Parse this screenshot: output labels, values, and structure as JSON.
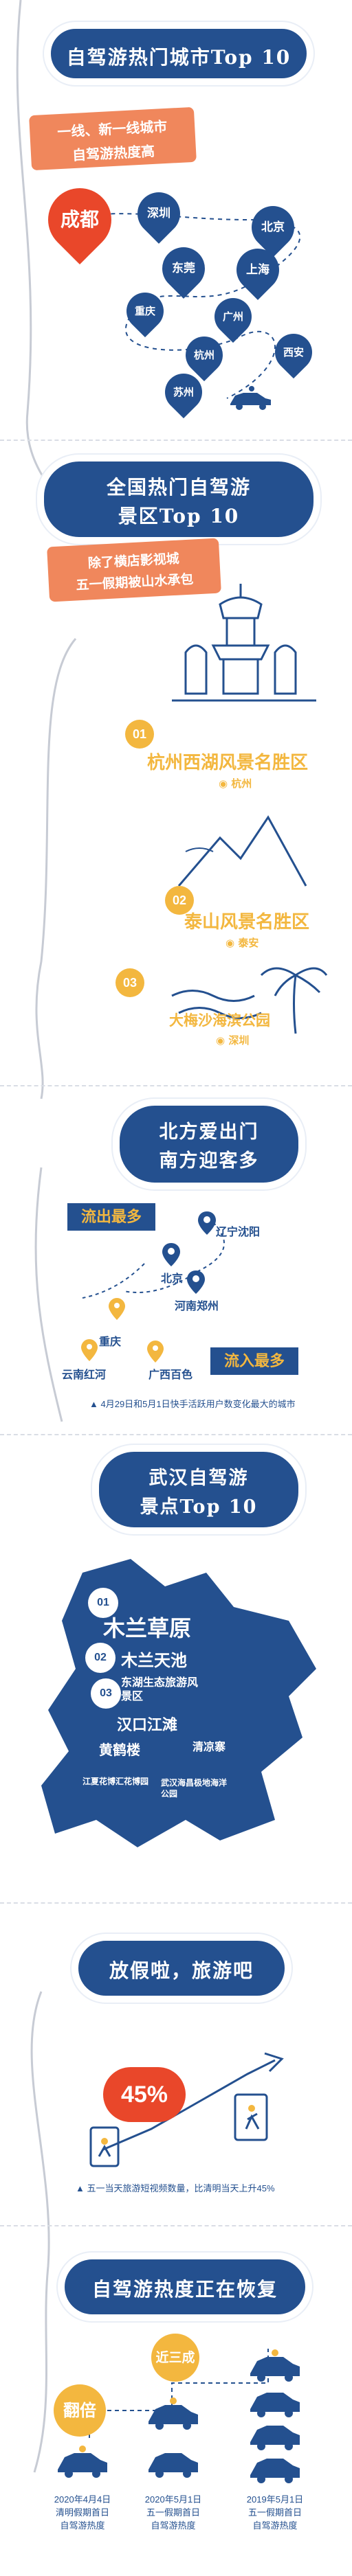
{
  "section1": {
    "title": "自驾游热门城市Top 10",
    "ribbon_line1": "一线、新一线城市",
    "ribbon_line2": "自驾游热度高",
    "cities": [
      "成都",
      "深圳",
      "北京",
      "东莞",
      "上海",
      "重庆",
      "广州",
      "杭州",
      "西安",
      "苏州"
    ]
  },
  "section2": {
    "title_line1": "全国热门自驾游",
    "title_line2": "景区Top 10",
    "ribbon_line1": "除了横店影视城",
    "ribbon_line2": "五一假期被山水承包",
    "items": [
      {
        "num": "01",
        "name": "杭州西湖风景名胜区",
        "city": "杭州"
      },
      {
        "num": "02",
        "name": "泰山风景名胜区",
        "city": "泰安"
      },
      {
        "num": "03",
        "name": "大梅沙海滨公园",
        "city": "深圳"
      }
    ]
  },
  "section3": {
    "title_line1": "北方爱出门",
    "title_line2": "南方迎客多",
    "tag_out": "流出最多",
    "tag_in": "流入最多",
    "cities": {
      "liaoning": "辽宁沈阳",
      "beijing": "北京",
      "henan": "河南郑州",
      "chongqing": "重庆",
      "yunnan": "云南红河",
      "guangxi": "广西百色"
    },
    "note": "4月29日和5月1日快手活跃用户数变化最大的城市"
  },
  "section4": {
    "title_line1": "武汉自驾游",
    "title_line2": "景点Top 10",
    "labels": [
      "01",
      "02",
      "03"
    ],
    "spots": [
      "木兰草原",
      "木兰天池",
      "东湖生态旅游风景区",
      "汉口江滩",
      "黄鹤楼",
      "清凉寨",
      "江夏花博汇花博园",
      "武汉海昌极地海洋公园"
    ]
  },
  "section5": {
    "title": "放假啦，旅游吧",
    "percent": "45%",
    "note": "五一当天旅游短视频数量，比清明当天上升45%"
  },
  "section6": {
    "title": "自驾游热度正在恢复",
    "label_double": "翻倍",
    "label_near": "近三成",
    "captions": [
      {
        "l1": "2020年4月4日",
        "l2": "清明假期首日",
        "l3": "自驾游热度"
      },
      {
        "l1": "2020年5月1日",
        "l2": "五一假期首日",
        "l3": "自驾游热度"
      },
      {
        "l1": "2019年5月1日",
        "l2": "五一假期首日",
        "l3": "自驾游热度"
      }
    ]
  },
  "colors": {
    "navy": "#24508f",
    "orange": "#f0875c",
    "red": "#e9472a",
    "yellow": "#f3b73f"
  }
}
